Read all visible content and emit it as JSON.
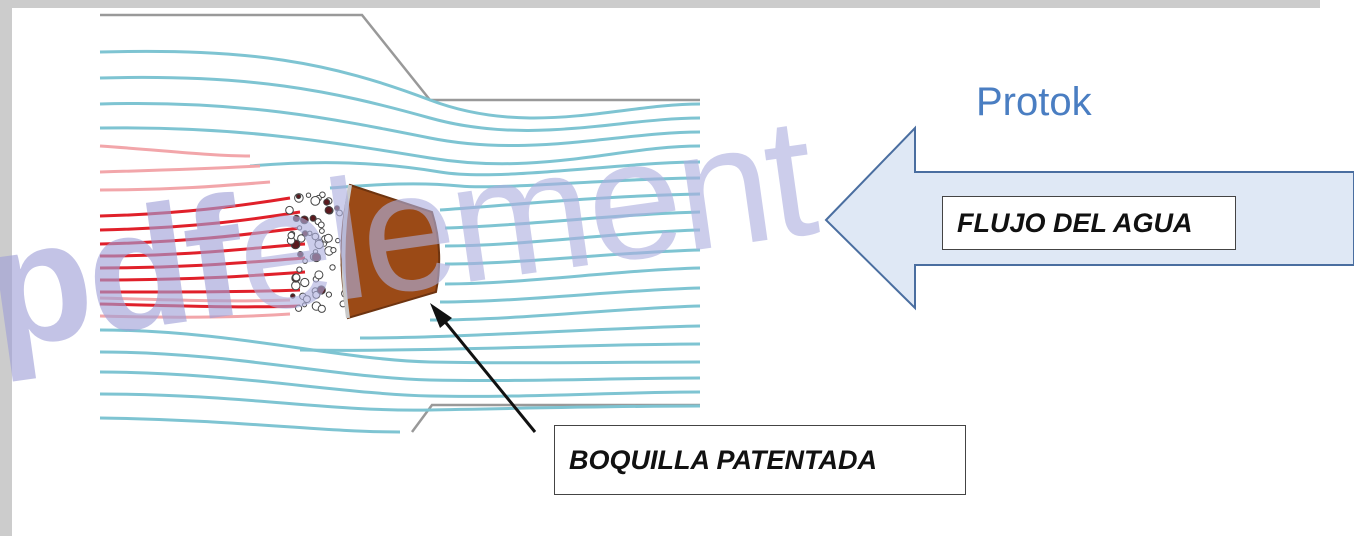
{
  "title": "Protok",
  "labels": {
    "water_flow": "FLUJO DEL AGUA",
    "nozzle": "BOQUILLA PATENTADA"
  },
  "watermark": {
    "bold_part": "pdf",
    "light_part": "element"
  },
  "colors": {
    "streamline": "#7ec4d2",
    "hot_stream": "#e0202a",
    "faded_hot_stream": "#f2a6aa",
    "nozzle": "#9b4a16",
    "title": "#4a7ec2",
    "watermark": "#9fa0d8"
  },
  "icons": [
    "left-arrow-icon",
    "pointer-arrow-icon"
  ]
}
